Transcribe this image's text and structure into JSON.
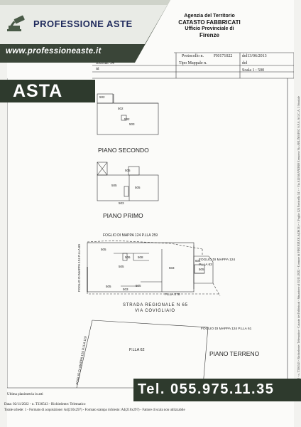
{
  "logo": {
    "brand": "PROFESSIONE ASTE",
    "site": "www.professioneaste.it"
  },
  "header": {
    "line1": "Agenzia del Territorio",
    "line2": "CATASTO FABBRICATI",
    "line3": "Ufficio Provinciale di",
    "line4": "Firenze"
  },
  "fields": {
    "protocollo_label": "Protocollo n.",
    "protocollo_value": "FI0171022",
    "protocollo_del": "del13/06/2013",
    "tipo_label": "Tipo Mappale n.",
    "tipo_del": "del",
    "particella": "rticella: 54",
    "scala": "Scala 1 : 500",
    "ni": "ni"
  },
  "ad": {
    "asta": "ASTA",
    "phone": "Tel. 055.975.11.35"
  },
  "floors": {
    "secondo": "PIANO SECONDO",
    "primo": "PIANO PRIMO",
    "terreno": "PIANO TERRENO"
  },
  "map": {
    "foglio_top": "FOGLIO DI MAPPA 124 P.LLA 259",
    "foglio_left": "FOGLIO DI MAPPA 124 P.LLA 60",
    "foglio_right_1": "FOGLIO DI MAPPA 124",
    "foglio_right_2": "P.LLA 63",
    "plla278": "P.LLA 278",
    "strada": "STRADA REGIONALE N 65",
    "via": "VIA COVIGLIAIO",
    "foglio_bottom_right": "FOGLIO DI MAPPA 124 P.LLA 61",
    "foglio_bottom_left": "FOGLIO DI MAPPA 124 P.LLA 119",
    "plla62": "P.LLA 62"
  },
  "sub": {
    "s502": "502",
    "s503": "503",
    "s505": "505",
    "s506": "506",
    "s508": "508",
    "s604": "604"
  },
  "footer": {
    "ultima": "Ultima planimetria in atti",
    "data": "Data: 02/11/2022 - n. T336543 - Richiedente: Telematico",
    "totale": "Totale schede: 1 - Formato di acquisizione: A4(210x297) - Formato stampa richiesto: A4(210x297) - Fattore di scala non utilizzabile"
  },
  "side_text": "Data: 02/11/2022 - n. T336543 - Richiedente: Telematico - Catasto dei Fabbricati - Situazione al 02/11/2022 - Comune di FIRENZUOLA(D613) - < Foglio 124 Particella 54 > - Via ALESSANDRO Ermanno Via ARLIMAFEC S.P.A. S.G.C.A. 1 Stradale"
}
